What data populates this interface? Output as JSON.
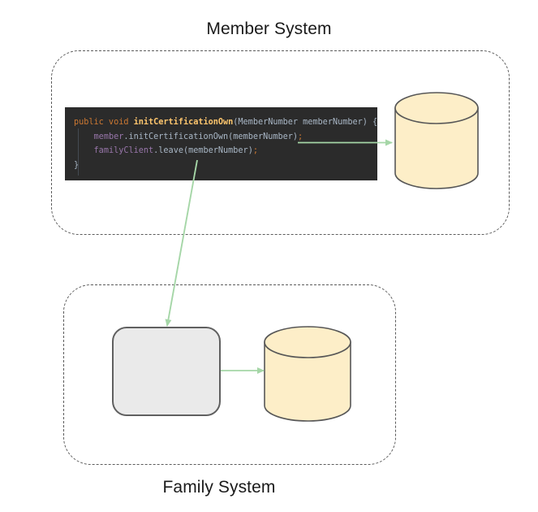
{
  "diagram": {
    "title_top": "Member System",
    "title_bottom": "Family System",
    "background": "#ffffff"
  },
  "groups": [
    {
      "id": "member-system",
      "label": "Member System",
      "border_style": "dashed",
      "border_color": "#5c5c5c"
    },
    {
      "id": "family-system",
      "label": "Family System",
      "border_style": "dashed",
      "border_color": "#5c5c5c"
    }
  ],
  "code_block": {
    "theme": "dark",
    "background": "#2b2b2b",
    "default_text_color": "#a9b7c6",
    "keyword_color": "#cc7832",
    "method_color": "#ffc66d",
    "field_color": "#9876aa",
    "lines": [
      {
        "tokens": [
          {
            "text": "public void ",
            "kind": "keyword"
          },
          {
            "text": "initCertificationOwn",
            "kind": "method"
          },
          {
            "text": "(MemberNumber memberNumber) {",
            "kind": "plain"
          }
        ]
      },
      {
        "tokens": [
          {
            "text": "    ",
            "kind": "plain"
          },
          {
            "text": "member",
            "kind": "field"
          },
          {
            "text": ".initCertificationOwn(memberNumber)",
            "kind": "plain"
          },
          {
            "text": ";",
            "kind": "semicolon"
          }
        ]
      },
      {
        "tokens": [
          {
            "text": "    ",
            "kind": "plain"
          },
          {
            "text": "familyClient",
            "kind": "field"
          },
          {
            "text": ".leave(memberNumber)",
            "kind": "plain"
          },
          {
            "text": ";",
            "kind": "semicolon"
          }
        ]
      },
      {
        "tokens": [
          {
            "text": "}",
            "kind": "plain"
          }
        ]
      }
    ],
    "plain_text": "public void initCertificationOwn(MemberNumber memberNumber) {\n    member.initCertificationOwn(memberNumber);\n    familyClient.leave(memberNumber);\n}"
  },
  "nodes": [
    {
      "id": "member-database",
      "shape": "cylinder",
      "label": "",
      "fill": "#fdeec8",
      "stroke": "#575757",
      "group": "member-system"
    },
    {
      "id": "family-service",
      "shape": "rounded-rectangle",
      "label": "",
      "fill": "#eaeaea",
      "stroke": "#606060",
      "group": "family-system"
    },
    {
      "id": "family-database",
      "shape": "cylinder",
      "label": "",
      "fill": "#fdeec8",
      "stroke": "#575757",
      "group": "family-system"
    }
  ],
  "edges": [
    {
      "id": "code-to-member-db",
      "from": "code-block-line-2",
      "to": "member-database",
      "color": "#a5d6a7",
      "style": "solid",
      "direction": "right"
    },
    {
      "id": "code-to-family-service",
      "from": "code-block-line-3",
      "to": "family-service",
      "color": "#a5d6a7",
      "style": "solid",
      "direction": "down-left"
    },
    {
      "id": "family-service-to-family-db",
      "from": "family-service",
      "to": "family-database",
      "color": "#a5d6a7",
      "style": "solid",
      "direction": "right"
    }
  ],
  "colors": {
    "arrow_green": "#a5d6a7",
    "cylinder_fill": "#fdeec8",
    "cylinder_stroke": "#575757",
    "box_fill": "#eaeaea",
    "box_stroke": "#606060",
    "dashed_border": "#5c5c5c",
    "code_bg": "#2b2b2b",
    "title_text": "#1a1a1a"
  }
}
